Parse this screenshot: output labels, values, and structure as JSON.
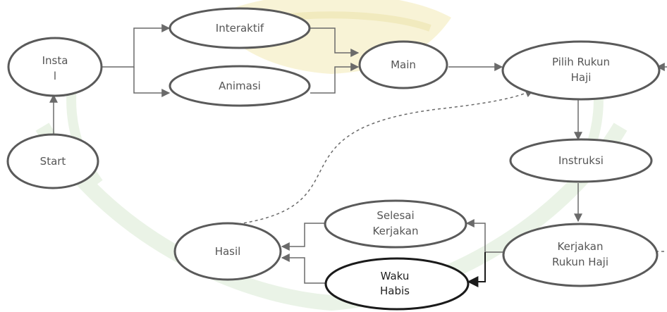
{
  "colors": {
    "node_stroke": "#5a5a5a",
    "node_stroke_dark": "#1a1a1a",
    "edge": "#6a6a6a",
    "text": "#555555",
    "text_dark": "#222222",
    "watermark_green": "#d9ead3",
    "watermark_yellow": "#f4ebb5"
  },
  "nodes": {
    "install": {
      "line1": "Insta",
      "line2": "l"
    },
    "start": {
      "label": "Start"
    },
    "interaktif": {
      "label": "Interaktif"
    },
    "animasi": {
      "label": "Animasi"
    },
    "main": {
      "label": "Main"
    },
    "pilih_rukun_haji": {
      "line1": "Pilih Rukun",
      "line2": "Haji"
    },
    "instruksi": {
      "label": "Instruksi"
    },
    "kerjakan_rukun_haji": {
      "line1": "Kerjakan",
      "line2": "Rukun Haji"
    },
    "selesai_kerjakan": {
      "line1": "Selesai",
      "line2": "Kerjakan"
    },
    "waktu_habis": {
      "line1": "Waku",
      "line2": "Habis"
    },
    "hasil": {
      "label": "Hasil"
    }
  }
}
